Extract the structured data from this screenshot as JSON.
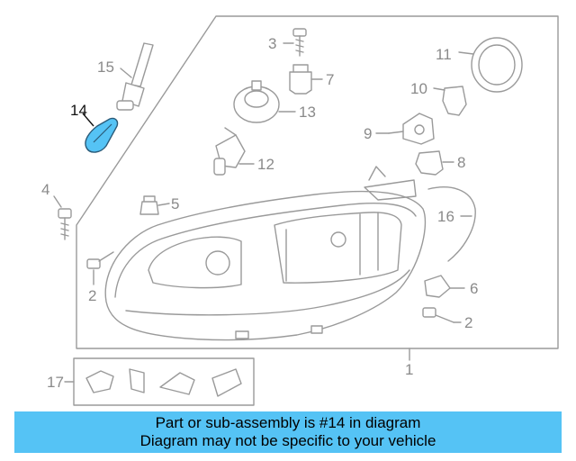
{
  "callouts": {
    "c1": "1",
    "c2a": "2",
    "c2b": "2",
    "c3": "3",
    "c4": "4",
    "c5": "5",
    "c6": "6",
    "c7": "7",
    "c8": "8",
    "c9": "9",
    "c10": "10",
    "c11": "11",
    "c12": "12",
    "c13": "13",
    "c14": "14",
    "c15": "15",
    "c16": "16",
    "c17": "17"
  },
  "highlight": {
    "part": "14",
    "color": "#55c3f5"
  },
  "banner": {
    "line1": "Part or sub-assembly is #14 in diagram",
    "line2": "Diagram may not be specific to your vehicle"
  }
}
